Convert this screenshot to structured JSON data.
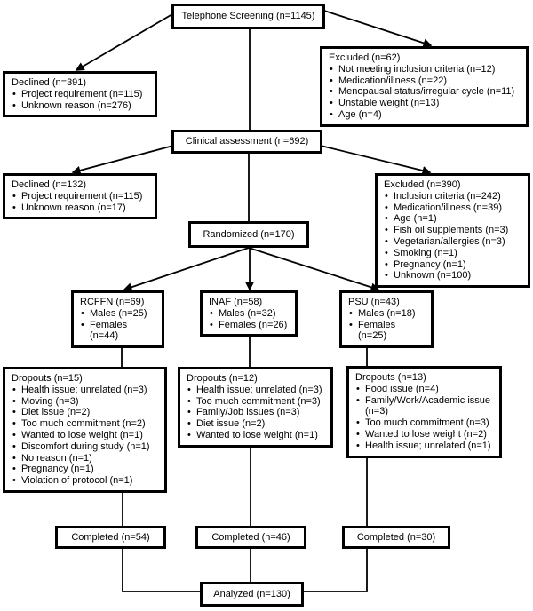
{
  "colors": {
    "box_border": "#000000",
    "box_background": "#ffffff",
    "text": "#000000",
    "connector": "#000000"
  },
  "nodes": {
    "telephone": {
      "title": "Telephone Screening (n=1145)"
    },
    "declined1": {
      "title": "Declined (n=391)",
      "items": [
        "Project requirement (n=115)",
        "Unknown reason (n=276)"
      ]
    },
    "excluded1": {
      "title": "Excluded (n=62)",
      "items": [
        "Not meeting inclusion criteria (n=12)",
        "Medication/illness (n=22)",
        "Menopausal status/irregular cycle (n=11)",
        "Unstable weight (n=13)",
        "Age (n=4)"
      ]
    },
    "clinical": {
      "title": "Clinical assessment (n=692)"
    },
    "declined2": {
      "title": "Declined (n=132)",
      "items": [
        "Project requirement (n=115)",
        "Unknown reason (n=17)"
      ]
    },
    "excluded2": {
      "title": "Excluded (n=390)",
      "items": [
        "Inclusion criteria (n=242)",
        "Medication/illness (n=39)",
        "Age (n=1)",
        "Fish oil supplements (n=3)",
        "Vegetarian/allergies (n=3)",
        "Smoking (n=1)",
        "Pregnancy (n=1)",
        "Unknown (n=100)"
      ]
    },
    "randomized": {
      "title": "Randomized (n=170)"
    },
    "rcffn": {
      "title": "RCFFN (n=69)",
      "items": [
        "Males (n=25)",
        "Females (n=44)"
      ]
    },
    "inaf": {
      "title": "INAF (n=58)",
      "items": [
        "Males (n=32)",
        "Females (n=26)"
      ]
    },
    "psu": {
      "title": "PSU (n=43)",
      "items": [
        "Males (n=18)",
        "Females (n=25)"
      ]
    },
    "dropouts1": {
      "title": "Dropouts (n=15)",
      "items": [
        "Health issue; unrelated (n=3)",
        "Moving (n=3)",
        "Diet issue (n=2)",
        "Too much commitment (n=2)",
        "Wanted to lose weight (n=1)",
        "Discomfort during study (n=1)",
        "No reason (n=1)",
        "Pregnancy (n=1)",
        "Violation of protocol (n=1)"
      ]
    },
    "dropouts2": {
      "title": "Dropouts (n=12)",
      "items": [
        "Health issue; unrelated (n=3)",
        "Too much commitment (n=3)",
        "Family/Job issues (n=3)",
        "Diet issue (n=2)",
        "Wanted to lose weight (n=1)"
      ]
    },
    "dropouts3": {
      "title": "Dropouts (n=13)",
      "items": [
        "Food issue (n=4)",
        "Family/Work/Academic issue (n=3)",
        "Too much commitment (n=3)",
        "Wanted to lose weight (n=2)",
        "Health issue; unrelated (n=1)"
      ]
    },
    "completed1": {
      "title": "Completed (n=54)"
    },
    "completed2": {
      "title": "Completed (n=46)"
    },
    "completed3": {
      "title": "Completed (n=30)"
    },
    "analyzed": {
      "title": "Analyzed (n=130)"
    }
  }
}
